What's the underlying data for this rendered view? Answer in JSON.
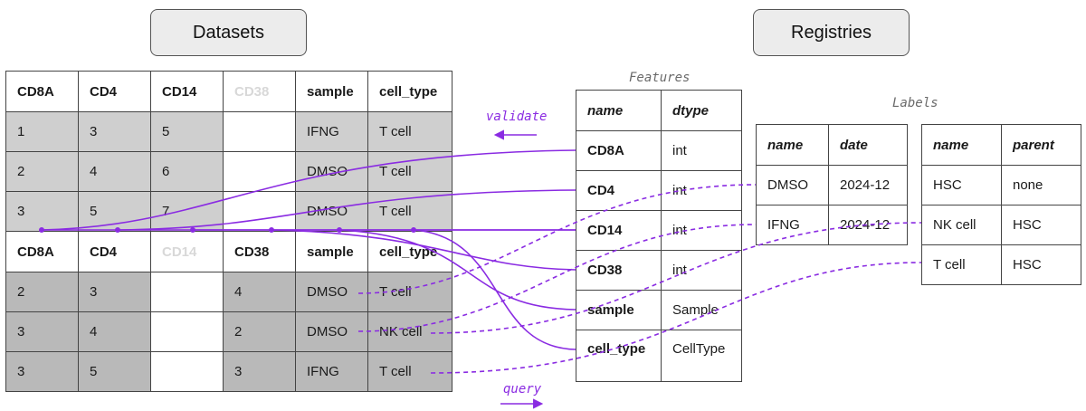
{
  "headers": {
    "datasets": "Datasets",
    "registries": "Registries"
  },
  "dataset1": {
    "columns": [
      "CD8A",
      "CD4",
      "CD14",
      "CD38",
      "sample",
      "cell_type"
    ],
    "rows": [
      [
        "1",
        "3",
        "5",
        "",
        "IFNG",
        "T cell"
      ],
      [
        "2",
        "4",
        "6",
        "",
        "DMSO",
        "T cell"
      ],
      [
        "3",
        "5",
        "7",
        "",
        "DMSO",
        "T cell"
      ]
    ]
  },
  "dataset2": {
    "columns": [
      "CD8A",
      "CD4",
      "CD14",
      "CD38",
      "sample",
      "cell_type"
    ],
    "rows": [
      [
        "2",
        "3",
        "",
        "4",
        "DMSO",
        "T cell"
      ],
      [
        "3",
        "4",
        "",
        "2",
        "DMSO",
        "NK cell"
      ],
      [
        "3",
        "5",
        "",
        "3",
        "IFNG",
        "T cell"
      ]
    ]
  },
  "features": {
    "caption": "Features",
    "columns": [
      "name",
      "dtype"
    ],
    "rows": [
      [
        "CD8A",
        "int"
      ],
      [
        "CD4",
        "int"
      ],
      [
        "CD14",
        "int"
      ],
      [
        "CD38",
        "int"
      ],
      [
        "sample",
        "Sample"
      ],
      [
        "cell_type",
        "CellType"
      ]
    ]
  },
  "labels": {
    "caption": "Labels",
    "samples": {
      "columns": [
        "name",
        "date"
      ],
      "rows": [
        [
          "DMSO",
          "2024-12"
        ],
        [
          "IFNG",
          "2024-12"
        ]
      ]
    },
    "celltypes": {
      "columns": [
        "name",
        "parent"
      ],
      "rows": [
        [
          "HSC",
          "none"
        ],
        [
          "NK cell",
          "HSC"
        ],
        [
          "T cell",
          "HSC"
        ]
      ]
    }
  },
  "arrows": {
    "validate": "validate",
    "query": "query"
  },
  "colors": {
    "accent": "#8a2be2",
    "dataset1_fill": "#cfcfcf",
    "dataset2_fill": "#b9b9b9",
    "header_fill": "#ececec"
  }
}
